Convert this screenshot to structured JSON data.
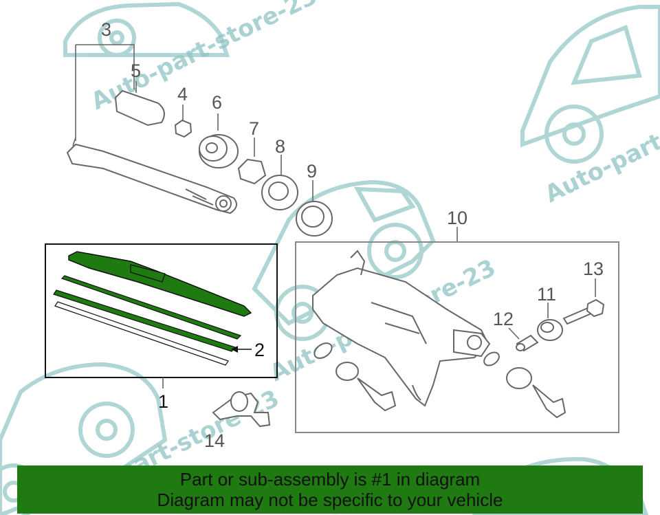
{
  "diagram": {
    "callouts": {
      "c1": "1",
      "c2": "2",
      "c3": "3",
      "c4": "4",
      "c5": "5",
      "c6": "6",
      "c7": "7",
      "c8": "8",
      "c9": "9",
      "c10": "10",
      "c11": "11",
      "c12": "12",
      "c13": "13",
      "c14": "14"
    },
    "watermark": "Auto-part-store-23",
    "colors": {
      "blade_green": "#1f7a12",
      "watermark_teal": "#8fc4c4",
      "line_gray": "#666666"
    }
  },
  "banner": {
    "line1": "Part or sub-assembly is #1 in diagram",
    "line2": "Diagram may not be specific to your vehicle",
    "background": "#1f7a12"
  }
}
